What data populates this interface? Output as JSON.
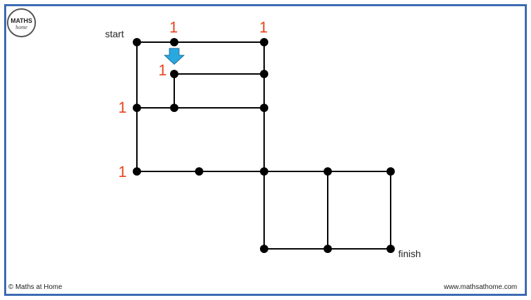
{
  "logo": {
    "line1": "MATHS",
    "line2": "home"
  },
  "labels": {
    "start": "start",
    "finish": "finish"
  },
  "path_counts": [
    "1",
    "1",
    "1",
    "1",
    "1"
  ],
  "footer": {
    "left": "© Maths at Home",
    "right": "www.mathsathome.com"
  },
  "colors": {
    "border": "#3b6ab3",
    "count": "#e8411b",
    "arrow": "#29a8e0",
    "line": "#000000"
  },
  "arrow_icon": "down-arrow-icon"
}
